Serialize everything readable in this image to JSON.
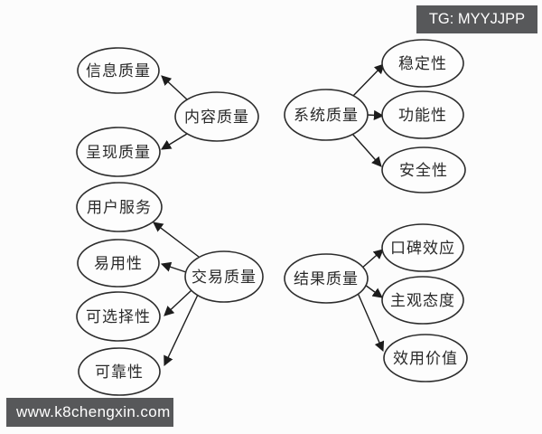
{
  "banners": {
    "top_right": {
      "text": "TG: MYYJJPP"
    },
    "bottom_left": {
      "text": "www.k8chengxin.com"
    }
  },
  "diagram": {
    "clusters": [
      {
        "parent": {
          "label": "内容质量"
        },
        "children": [
          {
            "label": "信息质量"
          },
          {
            "label": "呈现质量"
          }
        ]
      },
      {
        "parent": {
          "label": "系统质量"
        },
        "children": [
          {
            "label": "稳定性"
          },
          {
            "label": "功能性"
          },
          {
            "label": "安全性"
          }
        ]
      },
      {
        "parent": {
          "label": "交易质量"
        },
        "children": [
          {
            "label": "用户服务"
          },
          {
            "label": "易用性"
          },
          {
            "label": "可选择性"
          },
          {
            "label": "可靠性"
          }
        ]
      },
      {
        "parent": {
          "label": "结果质量"
        },
        "children": [
          {
            "label": "口碑效应"
          },
          {
            "label": "主观态度"
          },
          {
            "label": "效用价值"
          }
        ]
      }
    ]
  },
  "colors": {
    "banner-bg": "#57585a",
    "banner-fg": "#ffffff",
    "stroke": "#2c2c2c",
    "arrow": "#1c1c1c",
    "text": "#2a2a2a",
    "bg": "#fcfcfc"
  }
}
